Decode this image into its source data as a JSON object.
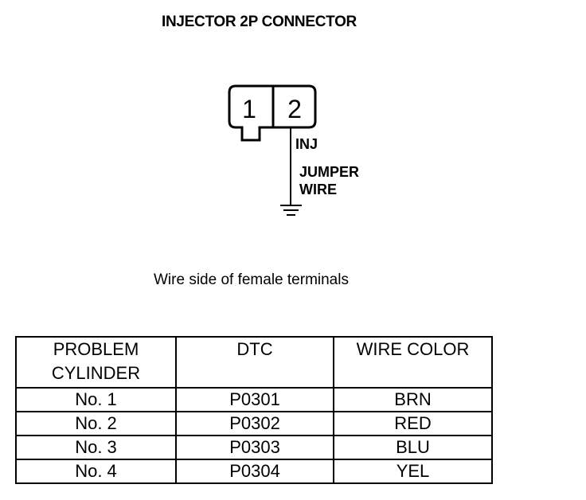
{
  "diagram": {
    "title": "INJECTOR 2P CONNECTOR",
    "pin_1": "1",
    "pin_2": "2",
    "inj_label": "INJ",
    "jumper_label_line1": "JUMPER",
    "jumper_label_line2": "WIRE",
    "caption": "Wire side of female terminals"
  },
  "table": {
    "headers": [
      "PROBLEM CYLINDER",
      "DTC",
      "WIRE COLOR"
    ],
    "header_problem_line1": "PROBLEM",
    "header_problem_line2": "CYLINDER",
    "rows": [
      {
        "cylinder": "No. 1",
        "dtc": "P0301",
        "color": "BRN"
      },
      {
        "cylinder": "No. 2",
        "dtc": "P0302",
        "color": "RED"
      },
      {
        "cylinder": "No. 3",
        "dtc": "P0303",
        "color": "BLU"
      },
      {
        "cylinder": "No. 4",
        "dtc": "P0304",
        "color": "YEL"
      }
    ]
  }
}
